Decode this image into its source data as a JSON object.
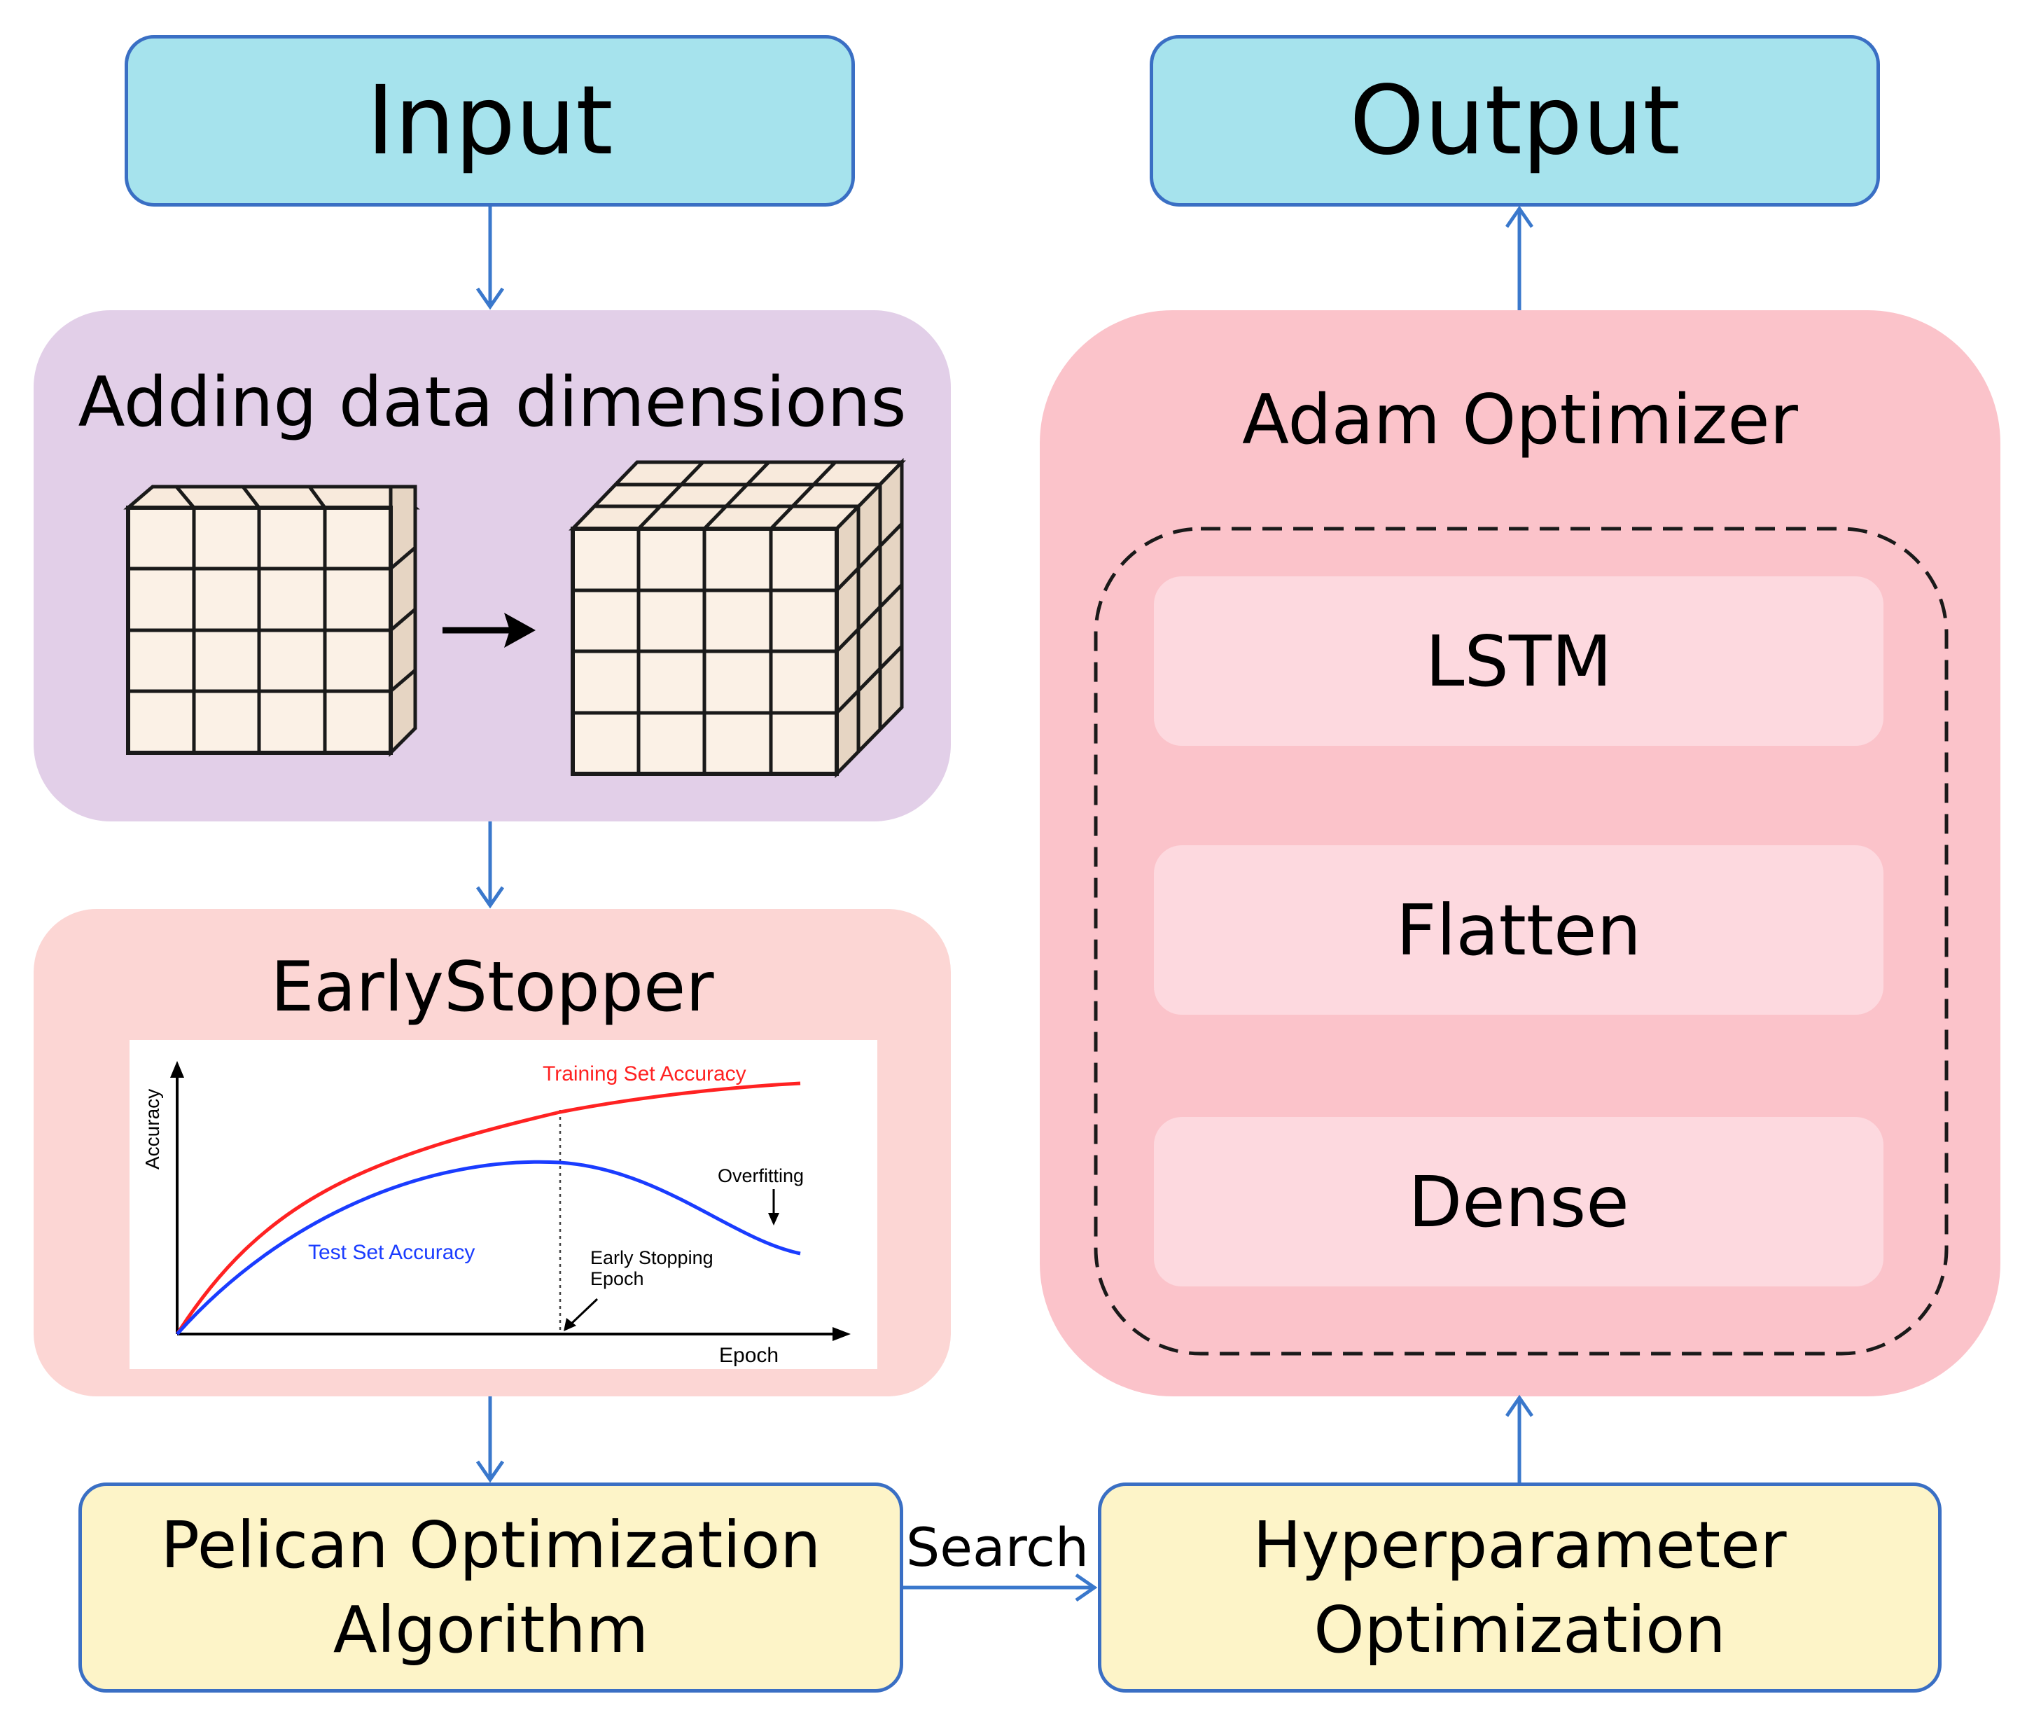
{
  "input": {
    "label": "Input"
  },
  "output": {
    "label": "Output"
  },
  "dimensions": {
    "title": "Adding data dimensions"
  },
  "early_stopper": {
    "title": "EarlyStopper",
    "chart": {
      "train_label": "Training Set Accuracy",
      "test_label": "Test Set Accuracy",
      "overfit_label": "Overfitting",
      "early_line1": "Early Stopping",
      "early_line2": "Epoch",
      "ylabel": "Accuracy",
      "xlabel": "Epoch"
    }
  },
  "adam": {
    "title": "Adam Optimizer"
  },
  "layers": [
    "LSTM",
    "Flatten",
    "Dense"
  ],
  "pelican": {
    "line1": "Pelican Optimization",
    "line2": "Algorithm"
  },
  "search_label": "Search",
  "hyper": {
    "line1": "Hyperparameter",
    "line2": "Optimization"
  },
  "colors": {
    "arrow": "#3a78cc",
    "io_fill": "#a6e3ed",
    "purple": "#e2cfe8",
    "pink_panel": "#fcd6d4",
    "adam_panel": "#fbc3ca",
    "layer_fill": "#fdd9df",
    "yellow": "#fdf4c8",
    "train_curve": "#ff2222",
    "test_curve": "#1a3cff"
  }
}
